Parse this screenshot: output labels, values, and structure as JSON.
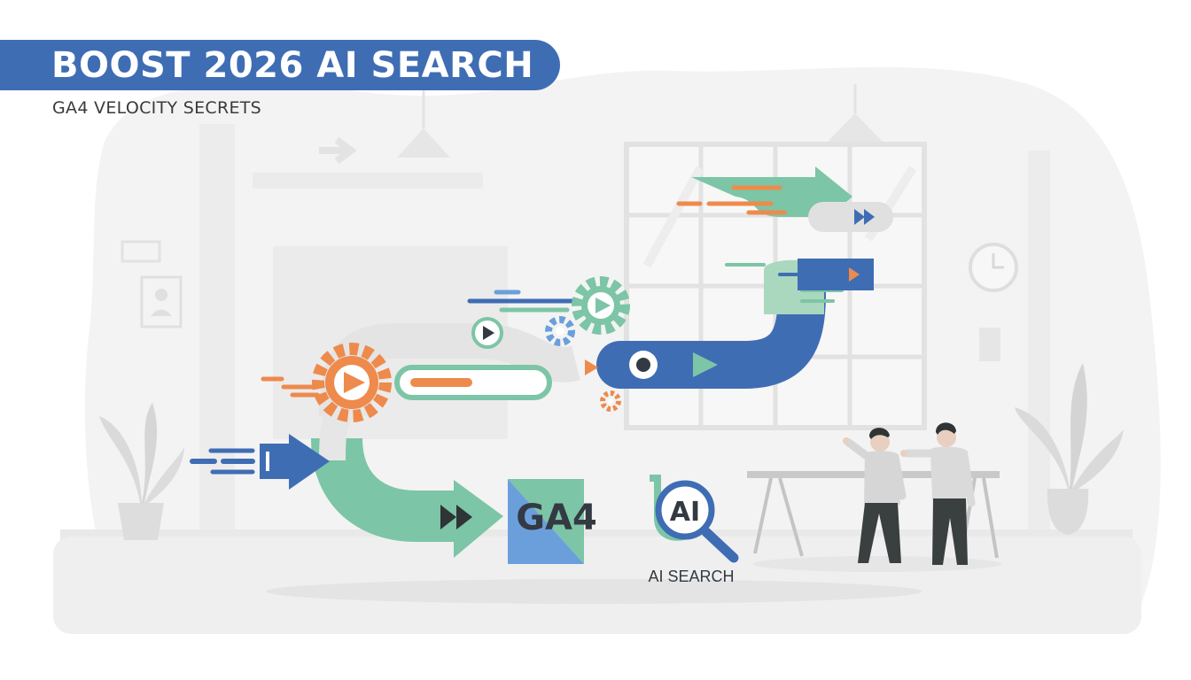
{
  "title": "BOOST 2026 AI SEARCH",
  "subtitle": "GA4 VELOCITY SECRETS",
  "ga4_block": {
    "label": "GA4"
  },
  "ai_badge": {
    "label": "AI",
    "caption": "AI SEARCH"
  },
  "colors": {
    "brand_blue": "#3f6db4",
    "accent_green": "#7cc5a6",
    "accent_orange": "#ee8a4c",
    "light_blue": "#6a9fdc",
    "text_dark": "#333a42",
    "room_grey": "#ececec"
  },
  "icons": [
    "play-icon",
    "gear-icon",
    "fast-forward-icon",
    "magnifier-icon",
    "clock-icon",
    "plant-icon",
    "ceiling-lamp-icon",
    "person-icon"
  ]
}
